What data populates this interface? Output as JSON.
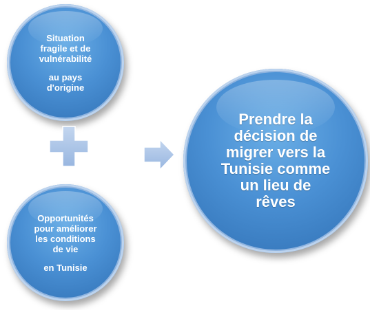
{
  "nodes": {
    "origin": {
      "line1": "Situation",
      "line2": "fragile  et de",
      "line3": "vulnérabilité",
      "line4": "au pays",
      "line5": "d'origine"
    },
    "opportunities": {
      "line1": "Opportunités",
      "line2": "pour améliorer",
      "line3": "les conditions",
      "line4": "de vie",
      "line5": "en Tunisie"
    },
    "decision": {
      "line1": "Prendre la",
      "line2": "décision de",
      "line3": "migrer vers la",
      "line4": "Tunisie comme",
      "line5": "un lieu de",
      "line6": "rêves"
    }
  },
  "icons": {
    "plus": "plus-icon",
    "arrow": "arrow-right-icon"
  },
  "colors": {
    "circle_fill": "#4a90d4",
    "circle_edge": "#2f6fb3",
    "connector_fill": "#a9c3e6",
    "text": "#ffffff"
  }
}
